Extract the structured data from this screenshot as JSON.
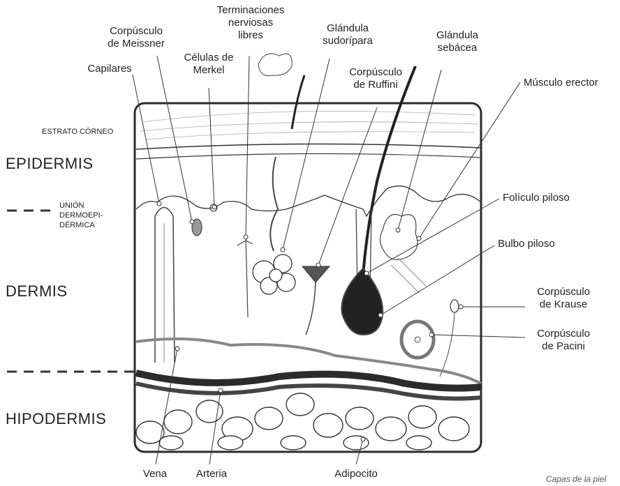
{
  "layers": {
    "estrato": "ESTRATO CÓRNEO",
    "epidermis": "EPIDERMIS",
    "union": [
      "UNIÓN",
      "DERMOEPI-",
      "DÉRMICA"
    ],
    "dermis": "DERMIS",
    "hipodermis": "HIPODERMIS"
  },
  "labels": {
    "terminaciones": [
      "Terminaciones",
      "nerviosas",
      "libres"
    ],
    "meissner": [
      "Corpúsculo",
      "de Meissner"
    ],
    "merkel": [
      "Células de",
      "Merkel"
    ],
    "capilares": "Capilares",
    "sudoripara": [
      "Glándula",
      "sudorípara"
    ],
    "ruffini": [
      "Corpúsculo",
      "de Ruffini"
    ],
    "sebacea": [
      "Glándula",
      "sebácea"
    ],
    "erector": "Músculo erector",
    "foliculo": "Folículo piloso",
    "bulbo": "Bulbo piloso",
    "krause": [
      "Corpúsculo",
      "de Krause"
    ],
    "pacini": [
      "Corpúsculo",
      "de Pacini"
    ],
    "vena": "Vena",
    "arteria": "Arteria",
    "adipocito": "Adipocito"
  },
  "caption": "Capas de la piel"
}
